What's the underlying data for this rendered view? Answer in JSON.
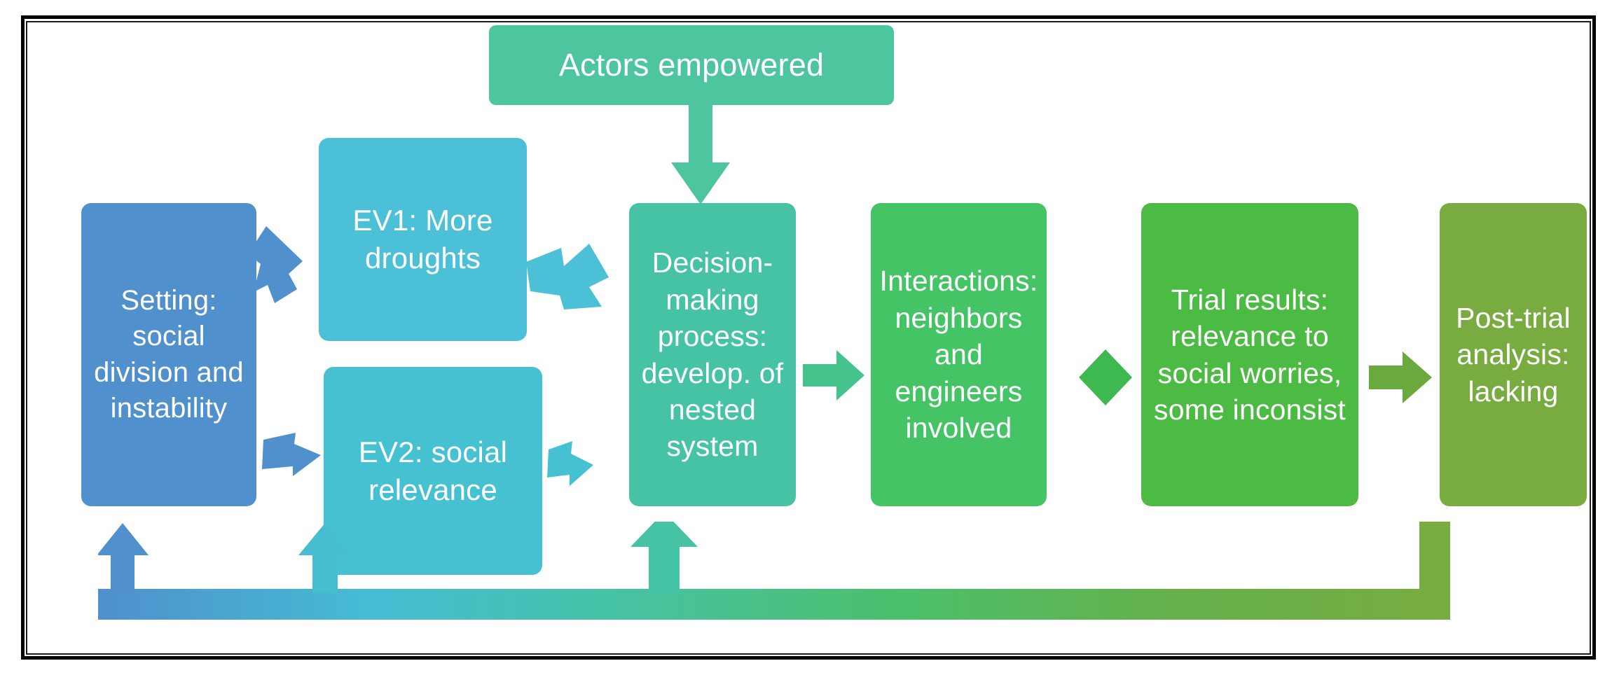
{
  "diagram": {
    "title": "Socio-technical decision-making process flow",
    "type": "flowchart",
    "frame": {
      "border_color": "#000000",
      "background": "#ffffff"
    }
  },
  "nodes": [
    {
      "id": "actors-empowered",
      "label": "Actors empowered",
      "color": "#4dc6a0",
      "role": "input-condition"
    },
    {
      "id": "setting",
      "label": "Setting:\nsocial division and instability",
      "color": "#4f90cd",
      "role": "context"
    },
    {
      "id": "ev1",
      "label": "EV1: More droughts",
      "color": "#4cc0d6",
      "role": "external-variable"
    },
    {
      "id": "ev2",
      "label": "EV2: social relevance",
      "color": "#45c1d2",
      "role": "external-variable"
    },
    {
      "id": "decision-making",
      "label": "Decision-making process: develop. of nested system",
      "color": "#46c2a5",
      "role": "process"
    },
    {
      "id": "interactions",
      "label": "Interactions: neighbors and engineers involved",
      "color": "#44c465",
      "role": "process"
    },
    {
      "id": "trial-results",
      "label": "Trial results: relevance to social worries, some inconsist",
      "color": "#4cbb43",
      "role": "outcome"
    },
    {
      "id": "post-trial",
      "label": "Post-trial analysis: lacking",
      "color": "#78ac41",
      "role": "outcome"
    }
  ],
  "connectors": [
    {
      "id": "setting-to-ev1",
      "from": "setting",
      "to": "ev1",
      "shape": "arrow-right",
      "color": "#4f90cd"
    },
    {
      "id": "setting-to-ev2",
      "from": "setting",
      "to": "ev2",
      "shape": "arrow-right",
      "color": "#4f90cd"
    },
    {
      "id": "ev1-to-decision",
      "from": "ev1",
      "to": "decision-making",
      "shape": "arrow-right",
      "color": "#4cc0d6"
    },
    {
      "id": "ev2-to-decision",
      "from": "ev2",
      "to": "decision-making",
      "shape": "arrow-right",
      "color": "#45c1d2"
    },
    {
      "id": "actors-to-decision",
      "from": "actors-empowered",
      "to": "decision-making",
      "shape": "arrow-down",
      "color": "#4dc6a0"
    },
    {
      "id": "decision-to-interactions",
      "from": "decision-making",
      "to": "interactions",
      "shape": "arrow-right",
      "color": "#44c48c"
    },
    {
      "id": "interactions-to-trial",
      "from": "interactions",
      "to": "trial-results",
      "shape": "diamond",
      "color": "#3eb950"
    },
    {
      "id": "trial-to-post",
      "from": "trial-results",
      "to": "post-trial",
      "shape": "arrow-right",
      "color": "#6aa93e"
    },
    {
      "id": "feedback-loop",
      "from": "post-trial",
      "to": [
        "setting",
        "ev2",
        "decision-making"
      ],
      "shape": "gradient-feedback-bar",
      "gradient_from": "#4f90cd",
      "gradient_to": "#78ac41"
    }
  ],
  "feedback_arrow_targets": [
    {
      "id": "feedback-arrow-setting",
      "color": "#4f90cd"
    },
    {
      "id": "feedback-arrow-ev2",
      "color": "#45c1d2"
    },
    {
      "id": "feedback-arrow-decision",
      "color": "#46c2a5"
    }
  ],
  "palette": {
    "blue": "#4f90cd",
    "cyan": "#4cc0d6",
    "teal": "#46c2a5",
    "mint": "#4dc6a0",
    "green": "#44c465",
    "green_dark": "#4cbb43",
    "olive": "#78ac41",
    "border": "#000000",
    "text": "#ffffff"
  }
}
